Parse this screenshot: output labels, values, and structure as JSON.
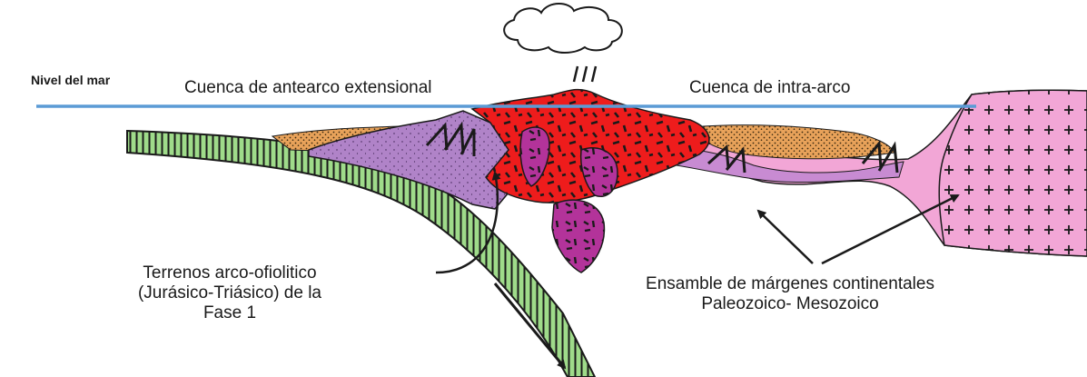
{
  "labels": {
    "sea_level": "Nivel del mar",
    "forearc_basin": "Cuenca de antearco extensional",
    "intra_arc_basin": "Cuenca de intra-arco",
    "terranes_line1": "Terrenos arco-ofiolitico",
    "terranes_line2": "(Jurásico-Triásico) de la",
    "terranes_line3": "Fase 1",
    "ensemble_line1": "Ensamble de márgenes continentales",
    "ensemble_line2": "Paleozoico- Mesozoico"
  },
  "colors": {
    "sea_line": "#5b9bd5",
    "slab": "#9fdb8a",
    "volcanic_red": "#ee1c1c",
    "arc_purple": "#b083c8",
    "intrusion_magenta": "#b3339a",
    "basin_sediment": "#e8a25a",
    "continental_pink": "#f2a6d6",
    "outline": "#1a1a1a"
  },
  "icons": [
    "eruption-cloud-icon",
    "granite-cross-pattern",
    "subduction-arrow-icon"
  ]
}
